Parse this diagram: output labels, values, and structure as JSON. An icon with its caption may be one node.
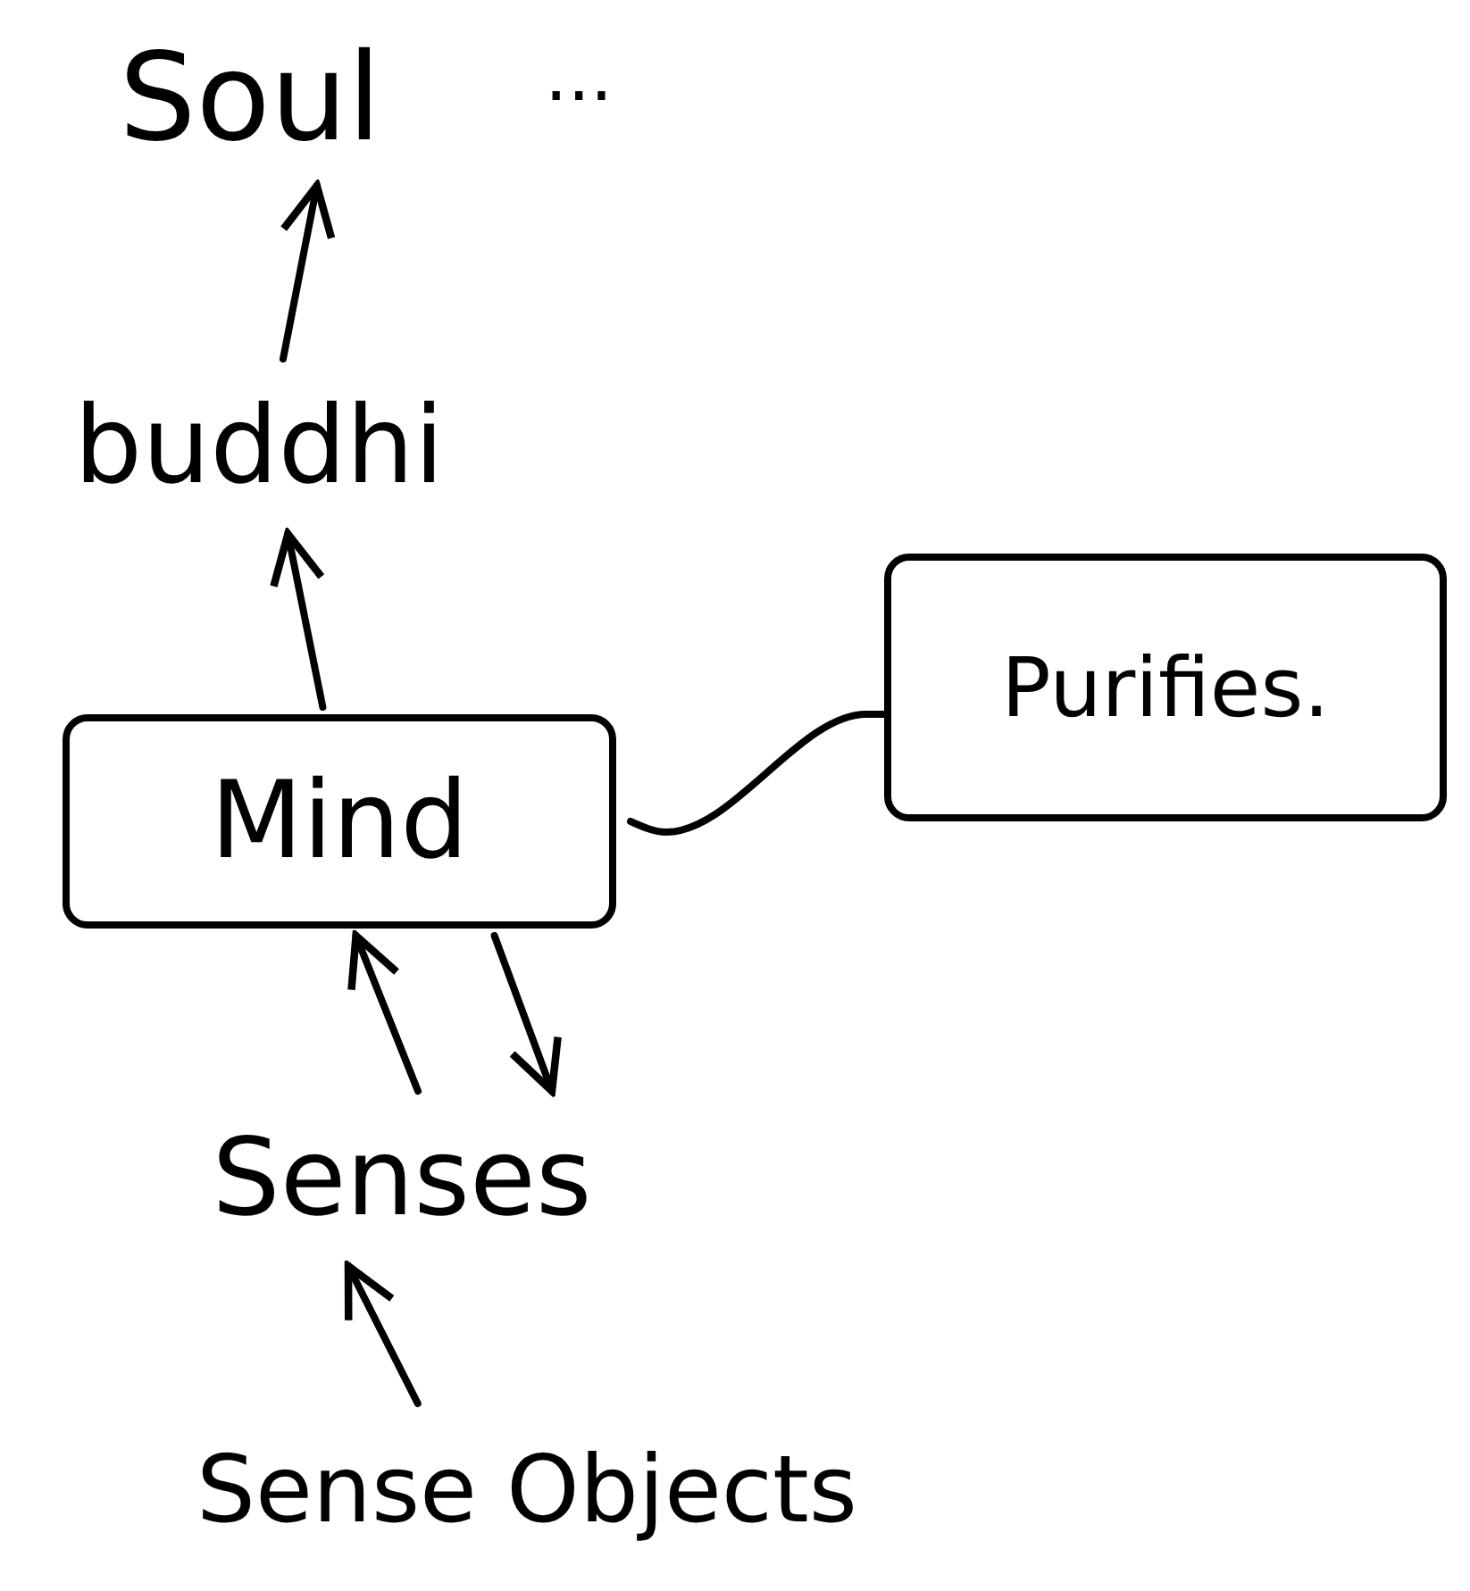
{
  "diagram": {
    "nodes": [
      {
        "text": [
          "Soul"
        ]
      },
      {
        "text": [
          "buddhi"
        ]
      },
      {
        "text": [
          "Mind"
        ]
      },
      {
        "text": [
          "Purifies."
        ]
      },
      {
        "text": [
          "Senses"
        ]
      },
      {
        "text": [
          "Sense Objects"
        ]
      }
    ],
    "edges": [
      {
        "from": 1,
        "to": 0,
        "arrow": "to"
      },
      {
        "from": 2,
        "to": 1,
        "arrow": "to"
      },
      {
        "from": 4,
        "to": 2,
        "arrow": "to"
      },
      {
        "from": 2,
        "to": 4,
        "arrow": "to"
      },
      {
        "from": 5,
        "to": 4,
        "arrow": "to"
      },
      {
        "from": 2,
        "to": 3,
        "arrow": "none"
      }
    ],
    "labels": [
      "..."
    ]
  }
}
